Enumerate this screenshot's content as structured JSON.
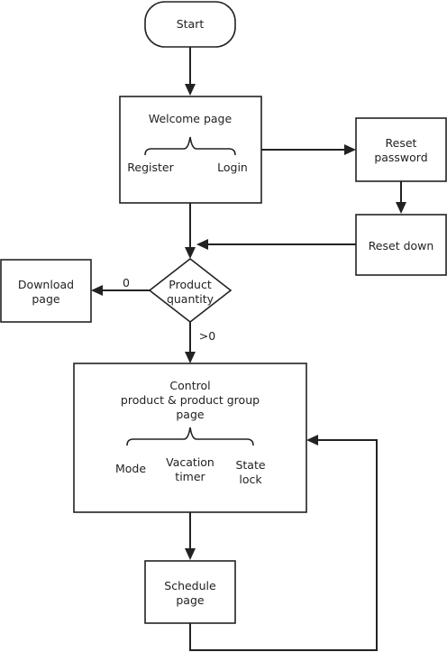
{
  "nodes": {
    "start": {
      "label": "Start"
    },
    "welcome": {
      "title": "Welcome page",
      "options": [
        "Register",
        "Login"
      ]
    },
    "reset_password": {
      "line1": "Reset",
      "line2": "password"
    },
    "reset_down": {
      "label": "Reset down"
    },
    "download": {
      "line1": "Download",
      "line2": "page"
    },
    "quantity": {
      "line1": "Product",
      "line2": "quantity"
    },
    "control": {
      "line1": "Control",
      "line2": "product & product group",
      "line3": "page",
      "mode": "Mode",
      "vacation_line1": "Vacation",
      "vacation_line2": "timer",
      "state_line1": "State",
      "state_line2": "lock"
    },
    "schedule": {
      "line1": "Schedule",
      "line2": "page"
    }
  },
  "edges": {
    "zero_label": "0",
    "positive_label": ">0"
  }
}
